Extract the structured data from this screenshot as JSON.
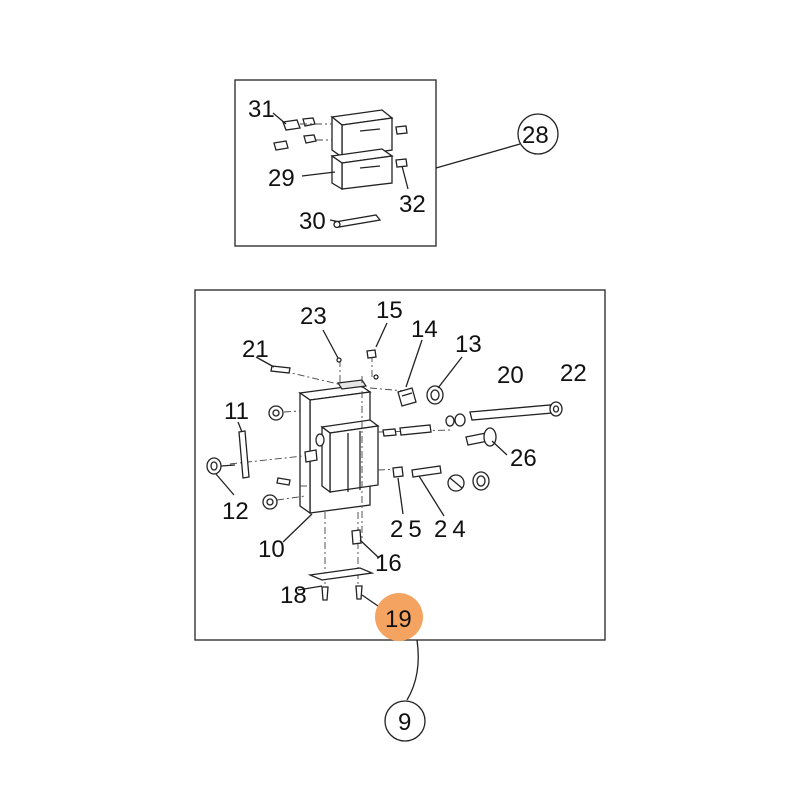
{
  "callouts": {
    "assembly_28": "28",
    "assembly_9": "9",
    "highlight": "19"
  },
  "labels": {
    "p31": "31",
    "p29": "29",
    "p30": "30",
    "p32": "32",
    "p23": "23",
    "p15": "15",
    "p14": "14",
    "p13": "13",
    "p21": "21",
    "p20": "20",
    "p22": "22",
    "p11": "11",
    "p26": "26",
    "p12": "12",
    "p25": "25",
    "p24": "24",
    "p10": "10",
    "p16": "16",
    "p18": "18"
  },
  "colors": {
    "highlight": "#f4a460",
    "line": "#222222",
    "text": "#111111"
  }
}
